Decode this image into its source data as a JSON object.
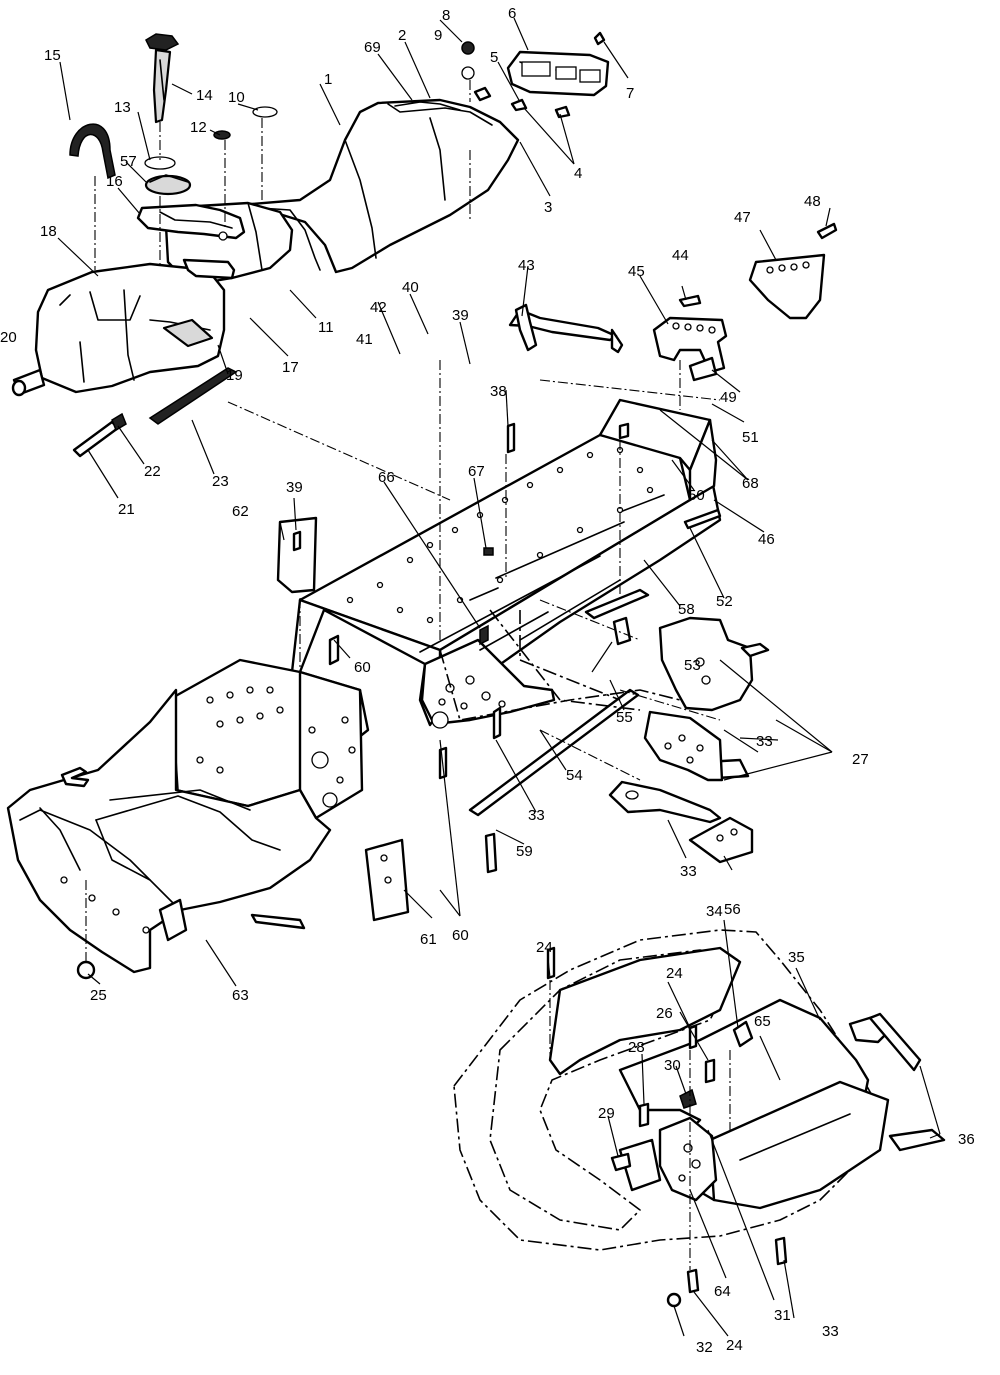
{
  "callouts": [
    {
      "id": "c1",
      "text": "1"
    },
    {
      "id": "c2",
      "text": "2"
    },
    {
      "id": "c3",
      "text": "3"
    },
    {
      "id": "c4",
      "text": "4"
    },
    {
      "id": "c5",
      "text": "5"
    },
    {
      "id": "c6",
      "text": "6"
    },
    {
      "id": "c7",
      "text": "7"
    },
    {
      "id": "c8",
      "text": "8"
    },
    {
      "id": "c9",
      "text": "9"
    },
    {
      "id": "c10",
      "text": "10"
    },
    {
      "id": "c11",
      "text": "11"
    },
    {
      "id": "c12",
      "text": "12"
    },
    {
      "id": "c13",
      "text": "13"
    },
    {
      "id": "c14",
      "text": "14"
    },
    {
      "id": "c15",
      "text": "15"
    },
    {
      "id": "c16",
      "text": "16"
    },
    {
      "id": "c17",
      "text": "17"
    },
    {
      "id": "c18",
      "text": "18"
    },
    {
      "id": "c19",
      "text": "19"
    },
    {
      "id": "c20",
      "text": "20"
    },
    {
      "id": "c21",
      "text": "21"
    },
    {
      "id": "c22",
      "text": "22"
    },
    {
      "id": "c23",
      "text": "23"
    },
    {
      "id": "c24a",
      "text": "24"
    },
    {
      "id": "c24b",
      "text": "24"
    },
    {
      "id": "c24c",
      "text": "24"
    },
    {
      "id": "c25",
      "text": "25"
    },
    {
      "id": "c26",
      "text": "26"
    },
    {
      "id": "c27",
      "text": "27"
    },
    {
      "id": "c28",
      "text": "28"
    },
    {
      "id": "c29",
      "text": "29"
    },
    {
      "id": "c30",
      "text": "30"
    },
    {
      "id": "c31",
      "text": "31"
    },
    {
      "id": "c32",
      "text": "32"
    },
    {
      "id": "c33a",
      "text": "33"
    },
    {
      "id": "c33b",
      "text": "33"
    },
    {
      "id": "c33c",
      "text": "33"
    },
    {
      "id": "c33d",
      "text": "33"
    },
    {
      "id": "c34",
      "text": "34"
    },
    {
      "id": "c35",
      "text": "35"
    },
    {
      "id": "c36",
      "text": "36"
    },
    {
      "id": "c38",
      "text": "38"
    },
    {
      "id": "c39a",
      "text": "39"
    },
    {
      "id": "c39b",
      "text": "39"
    },
    {
      "id": "c40",
      "text": "40"
    },
    {
      "id": "c41",
      "text": "41"
    },
    {
      "id": "c42",
      "text": "42"
    },
    {
      "id": "c43",
      "text": "43"
    },
    {
      "id": "c44",
      "text": "44"
    },
    {
      "id": "c45",
      "text": "45"
    },
    {
      "id": "c46",
      "text": "46"
    },
    {
      "id": "c47",
      "text": "47"
    },
    {
      "id": "c48",
      "text": "48"
    },
    {
      "id": "c49",
      "text": "49"
    },
    {
      "id": "c50",
      "text": "50"
    },
    {
      "id": "c51",
      "text": "51"
    },
    {
      "id": "c52",
      "text": "52"
    },
    {
      "id": "c53",
      "text": "53"
    },
    {
      "id": "c54",
      "text": "54"
    },
    {
      "id": "c55",
      "text": "55"
    },
    {
      "id": "c56",
      "text": "56"
    },
    {
      "id": "c57",
      "text": "57"
    },
    {
      "id": "c58",
      "text": "58"
    },
    {
      "id": "c59",
      "text": "59"
    },
    {
      "id": "c60a",
      "text": "60"
    },
    {
      "id": "c60b",
      "text": "60"
    },
    {
      "id": "c61",
      "text": "61"
    },
    {
      "id": "c62",
      "text": "62"
    },
    {
      "id": "c63",
      "text": "63"
    },
    {
      "id": "c64",
      "text": "64"
    },
    {
      "id": "c65",
      "text": "65"
    },
    {
      "id": "c66",
      "text": "66"
    },
    {
      "id": "c67",
      "text": "67"
    },
    {
      "id": "c68",
      "text": "68"
    },
    {
      "id": "c69",
      "text": "69"
    }
  ]
}
